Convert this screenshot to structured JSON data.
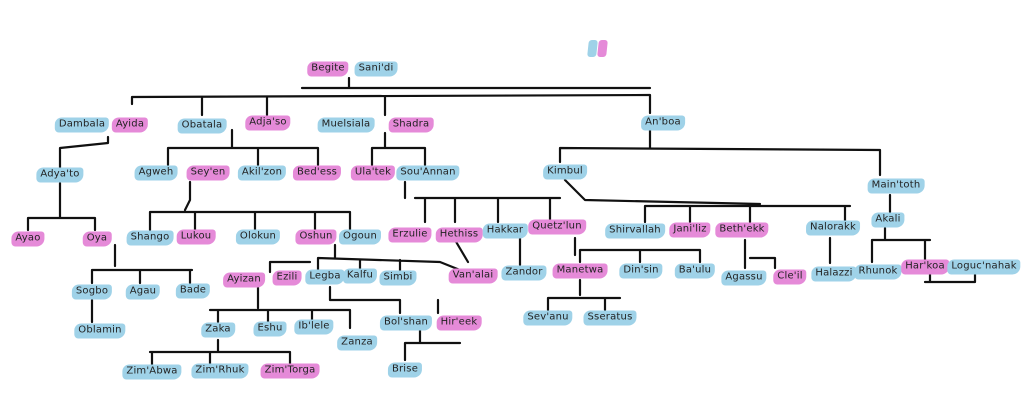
{
  "legend": {
    "blue_color": "#9fd2e8",
    "pink_color": "#e58ad8"
  },
  "nodes": {
    "begite": {
      "label": "Begite",
      "color": "pink"
    },
    "sanidi": {
      "label": "Sani'di",
      "color": "blue"
    },
    "dambala": {
      "label": "Dambala",
      "color": "blue"
    },
    "ayida": {
      "label": "Ayida",
      "color": "pink"
    },
    "obatala": {
      "label": "Obatala",
      "color": "blue"
    },
    "adjaso": {
      "label": "Adja'so",
      "color": "pink"
    },
    "muelsiala": {
      "label": "Muelsiala",
      "color": "blue"
    },
    "shadra": {
      "label": "Shadra",
      "color": "pink"
    },
    "anboa": {
      "label": "An'boa",
      "color": "blue"
    },
    "adyato": {
      "label": "Adya'to",
      "color": "blue"
    },
    "agweh": {
      "label": "Agweh",
      "color": "blue"
    },
    "seyen": {
      "label": "Sey'en",
      "color": "pink"
    },
    "akilzon": {
      "label": "Akil'zon",
      "color": "blue"
    },
    "bedess": {
      "label": "Bed'ess",
      "color": "pink"
    },
    "ulatek": {
      "label": "Ula'tek",
      "color": "pink"
    },
    "souannan": {
      "label": "Sou'Annan",
      "color": "blue"
    },
    "kimbul": {
      "label": "Kimbul",
      "color": "blue"
    },
    "maintoth": {
      "label": "Main'toth",
      "color": "blue"
    },
    "ayao": {
      "label": "Ayao",
      "color": "pink"
    },
    "oya": {
      "label": "Oya",
      "color": "pink"
    },
    "shango": {
      "label": "Shango",
      "color": "blue"
    },
    "lukou": {
      "label": "Lukou",
      "color": "pink"
    },
    "olokun": {
      "label": "Olokun",
      "color": "blue"
    },
    "oshun": {
      "label": "Oshun",
      "color": "pink"
    },
    "ogoun": {
      "label": "Ogoun",
      "color": "blue"
    },
    "erzulie": {
      "label": "Erzulie",
      "color": "pink"
    },
    "hethiss": {
      "label": "Hethiss",
      "color": "pink"
    },
    "hakkar": {
      "label": "Hakkar",
      "color": "blue"
    },
    "quetzlun": {
      "label": "Quetz'lun",
      "color": "pink"
    },
    "shirvallah": {
      "label": "Shirvallah",
      "color": "blue"
    },
    "janiliz": {
      "label": "Jani'liz",
      "color": "pink"
    },
    "bethekk": {
      "label": "Beth'ekk",
      "color": "pink"
    },
    "nalorakk": {
      "label": "Nalorakk",
      "color": "blue"
    },
    "akali": {
      "label": "Akali",
      "color": "blue"
    },
    "sogbo": {
      "label": "Sogbo",
      "color": "blue"
    },
    "agau": {
      "label": "Agau",
      "color": "blue"
    },
    "bade": {
      "label": "Bade",
      "color": "blue"
    },
    "ayizan": {
      "label": "Ayizan",
      "color": "pink"
    },
    "ezili": {
      "label": "Ezili",
      "color": "pink"
    },
    "legba": {
      "label": "Legba",
      "color": "blue"
    },
    "kalfu": {
      "label": "Kalfu",
      "color": "blue"
    },
    "simbi": {
      "label": "Simbi",
      "color": "blue"
    },
    "vanalai": {
      "label": "Van'alai",
      "color": "pink"
    },
    "zandor": {
      "label": "Zandor",
      "color": "blue"
    },
    "manetwa": {
      "label": "Manetwa",
      "color": "pink"
    },
    "dinsin": {
      "label": "Din'sin",
      "color": "blue"
    },
    "baulu": {
      "label": "Ba'ulu",
      "color": "blue"
    },
    "agassu": {
      "label": "Agassu",
      "color": "blue"
    },
    "cleil": {
      "label": "Cle'il",
      "color": "pink"
    },
    "halazzi": {
      "label": "Halazzi",
      "color": "blue"
    },
    "rhunok": {
      "label": "Rhunok",
      "color": "blue"
    },
    "harkoa": {
      "label": "Har'koa",
      "color": "pink"
    },
    "loguenahak": {
      "label": "Loguc'nahak",
      "color": "blue"
    },
    "oblamin": {
      "label": "Oblamin",
      "color": "blue"
    },
    "zaka": {
      "label": "Zaka",
      "color": "blue"
    },
    "eshu": {
      "label": "Eshu",
      "color": "blue"
    },
    "iblele": {
      "label": "Ib'lele",
      "color": "blue"
    },
    "zanza": {
      "label": "Zanza",
      "color": "blue"
    },
    "bolshan": {
      "label": "Bol'shan",
      "color": "blue"
    },
    "hirek": {
      "label": "Hir'eek",
      "color": "pink"
    },
    "sevanu": {
      "label": "Sev'anu",
      "color": "blue"
    },
    "sseratus": {
      "label": "Sseratus",
      "color": "blue"
    },
    "zimabwa": {
      "label": "Zim'Abwa",
      "color": "blue"
    },
    "zimrhuk": {
      "label": "Zim'Rhuk",
      "color": "blue"
    },
    "zimtorga": {
      "label": "Zim'Torga",
      "color": "pink"
    },
    "brise": {
      "label": "Brise",
      "color": "blue"
    }
  }
}
